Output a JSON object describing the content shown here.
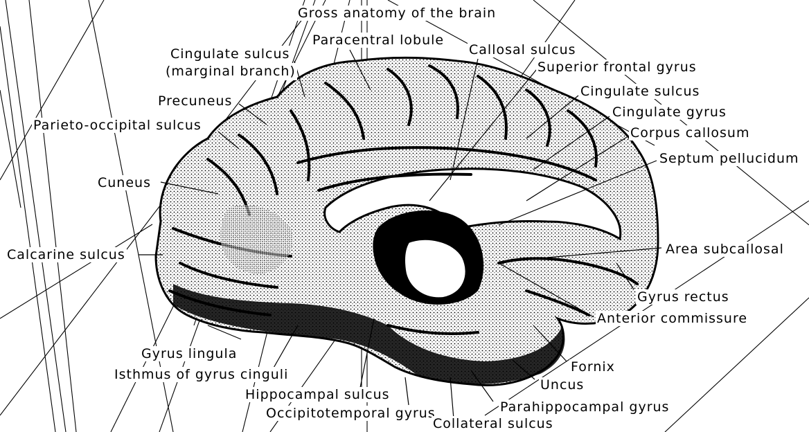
{
  "title": "Gross anatomy of the brain",
  "labels": {
    "paracentral_lobule": "Paracentral lobule",
    "callosal_sulcus": "Callosal sulcus",
    "superior_frontal_gyrus": "Superior frontal gyrus",
    "cingulate_sulcus_marginal_line1": "Cingulate sulcus",
    "cingulate_sulcus_marginal_line2": "(marginal branch)",
    "precuneus": "Precuneus",
    "cingulate_sulcus": "Cingulate sulcus",
    "cingulate_gyrus": "Cingulate gyrus",
    "parieto_occipital_sulcus": "Parieto-occipital sulcus",
    "corpus_callosum": "Corpus callosum",
    "septum_pellucidum": "Septum pellucidum",
    "cuneus": "Cuneus",
    "area_subcallosal": "Area subcallosal",
    "calcarine_sulcus": "Calcarine sulcus",
    "gyrus_rectus": "Gyrus rectus",
    "anterior_commissure": "Anterior commissure",
    "gyrus_lingula": "Gyrus lingula",
    "fornix": "Fornix",
    "isthmus_of_gyrus_cinguli": "Isthmus of gyrus cinguli",
    "uncus": "Uncus",
    "hippocampal_sulcus": "Hippocampal sulcus",
    "parahippocampal_gyrus": "Parahippocampal gyrus",
    "occipitotemporal_gyrus": "Occipitotemporal gyrus",
    "collateral_sulcus": "Collateral sulcus"
  }
}
